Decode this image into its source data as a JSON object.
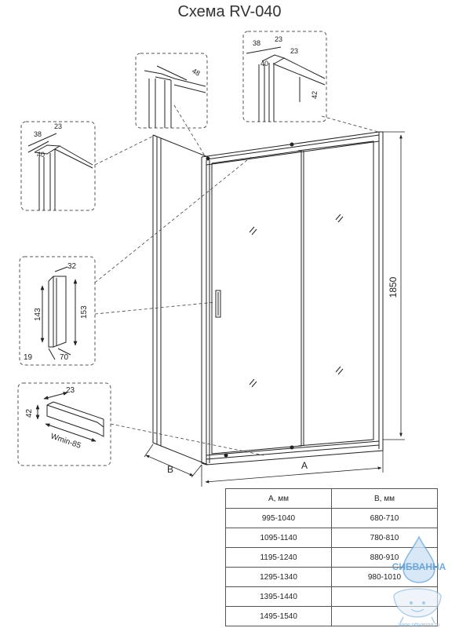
{
  "title": "Схема RV-040",
  "dimensions": {
    "height": "1850",
    "width_label": "A",
    "depth_label": "B"
  },
  "details": {
    "top_left": [
      "38",
      "23",
      "40"
    ],
    "top_right": [
      "38",
      "23",
      "23",
      "40",
      "42"
    ],
    "top_middle": [
      "48"
    ],
    "handle": [
      "32",
      "143",
      "153",
      "19",
      "70"
    ],
    "bottom_profile": [
      "23",
      "42",
      "Wmin-85"
    ]
  },
  "table": {
    "headers": [
      "A, мм",
      "B, мм"
    ],
    "rows": [
      [
        "995-1040",
        "680-710"
      ],
      [
        "1095-1140",
        "780-810"
      ],
      [
        "1195-1240",
        "880-910"
      ],
      [
        "1295-1340",
        "980-1010"
      ],
      [
        "1395-1440",
        ""
      ],
      [
        "1495-1540",
        ""
      ]
    ]
  },
  "watermark": {
    "brand": "СИБВАННА",
    "url": "www.sibvanna.ru",
    "color": "#6fa8d8"
  }
}
